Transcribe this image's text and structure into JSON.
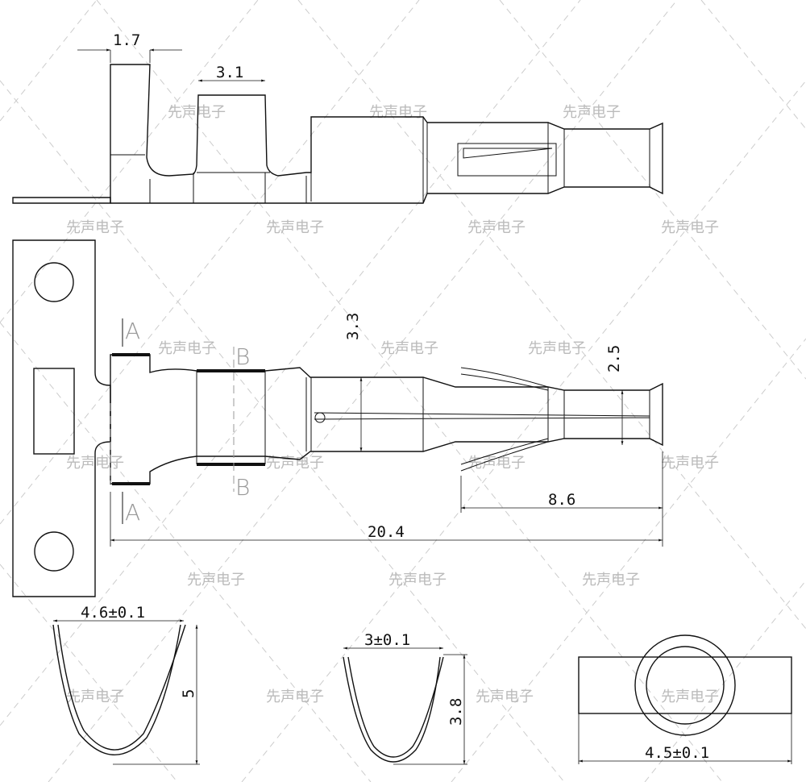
{
  "watermark": "先声电子",
  "section_labels": {
    "a": "A",
    "b": "B"
  },
  "dimensions": {
    "tab_width": "1.7",
    "crimp_width": "3.1",
    "barrel_height": "3.3",
    "tip_height": "2.5",
    "spring_length": "8.6",
    "overall_length": "20.4",
    "section_a_width": "4.6±0.1",
    "section_a_height": "5",
    "section_b_width": "3±0.1",
    "section_b_height": "3.8",
    "end_view_width": "4.5±0.1"
  }
}
